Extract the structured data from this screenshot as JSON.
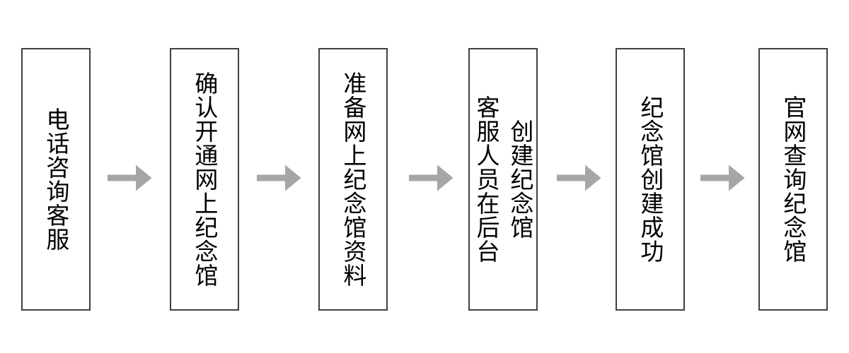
{
  "flowchart": {
    "description_type": "horizontal-process-flow",
    "direction": "left-to-right",
    "steps": [
      {
        "id": 1,
        "label": "电话咨询客服"
      },
      {
        "id": 2,
        "label": "确认开通网上纪念馆"
      },
      {
        "id": 3,
        "label": "准备网上纪念馆资料"
      },
      {
        "id": 4,
        "label": "客服人员在后台\n创建纪念馆"
      },
      {
        "id": 5,
        "label": "纪念馆创建成功"
      },
      {
        "id": 6,
        "label": "官网查询纪念馆"
      }
    ],
    "connector_icon": "arrow-right-icon",
    "connector_count": 5
  },
  "colors": {
    "background": "#ffffff",
    "box_border": "#404040",
    "text": "#000000",
    "arrow": "#a6a6a6"
  }
}
